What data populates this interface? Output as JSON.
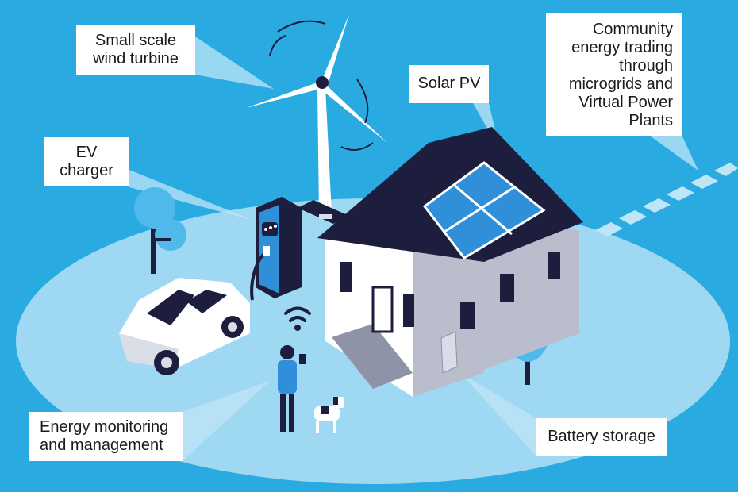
{
  "labels": {
    "wind_turbine": "Small scale\nwind turbine",
    "ev_charger": "EV\ncharger",
    "solar_pv": "Solar PV",
    "community": "Community\nenergy trading\nthrough\nmicrogrids and\nVirtual Power\nPlants",
    "monitoring": "Energy monitoring\nand management",
    "battery": "Battery storage"
  },
  "colors": {
    "background": "#29abe2",
    "ground": "#9fd8f2",
    "beam": "#bfe6f7",
    "roof": "#1d1d3d",
    "panel": "#2f8fd8",
    "wall": "#ffffff",
    "wall_shade": "#b9bdcc",
    "tree": "#4fb9ec",
    "dark": "#1d1d3d"
  },
  "icons": [
    "wind-turbine-icon",
    "ev-charger-icon",
    "car-icon",
    "house-icon",
    "solar-panel-icon",
    "tree-icon",
    "wifi-icon",
    "person-icon",
    "dog-icon",
    "battery-icon"
  ]
}
